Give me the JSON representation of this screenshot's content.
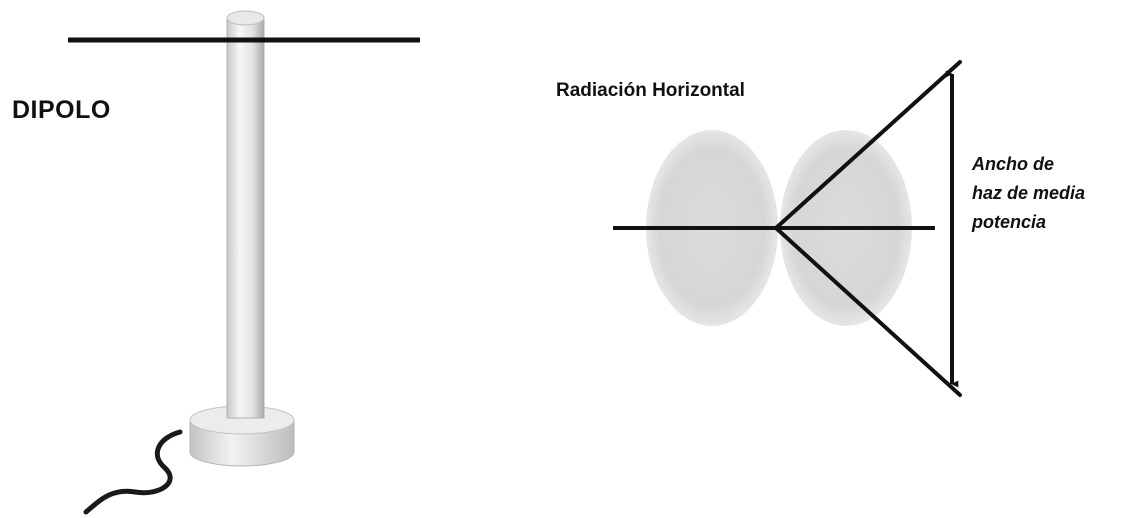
{
  "labels": {
    "antenna": "DIPOLO",
    "radiation_title": "Radiación Horizontal",
    "beamwidth": [
      "Ancho de",
      "haz de media",
      "potencia"
    ]
  },
  "colors": {
    "line": "#111111",
    "lobe": "#d4d4d4",
    "mast_light": "#f7f7f7",
    "mast_shade": "#b9b9b9",
    "base": "#dedede"
  }
}
